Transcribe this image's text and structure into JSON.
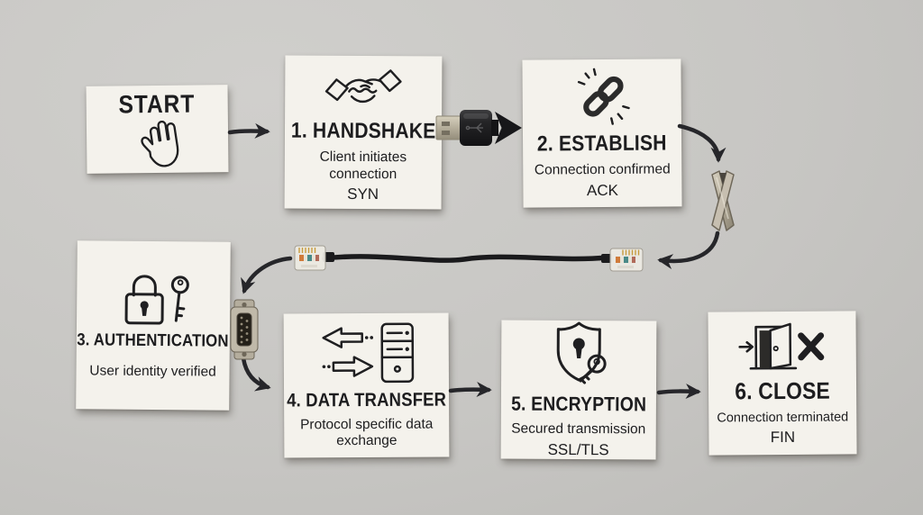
{
  "cards": [
    {
      "id": "start",
      "title": "START",
      "icon": "hand-icon"
    },
    {
      "id": "handshake",
      "title": "1. HANDSHAKE",
      "desc": "Client initiates connection",
      "tag": "SYN",
      "icon": "handshake-icon"
    },
    {
      "id": "establish",
      "title": "2. ESTABLISH",
      "desc": "Connection confirmed",
      "tag": "ACK",
      "icon": "chain-link-icon"
    },
    {
      "id": "authentication",
      "title": "3. AUTHENTICATION",
      "desc": "User identity verified",
      "icon": "lock-and-key-icon"
    },
    {
      "id": "data-transfer",
      "title": "4. DATA TRANSFER",
      "desc": "Protocol specific data exchange",
      "icon": "transfer-arrows-server-icon"
    },
    {
      "id": "encryption",
      "title": "5. ENCRYPTION",
      "desc": "Secured transmission",
      "tag": "SSL/TLS",
      "icon": "shield-keyhole-key-icon"
    },
    {
      "id": "close",
      "title": "6. CLOSE",
      "desc": "Connection terminated",
      "tag": "FIN",
      "icon": "door-exit-icon"
    }
  ],
  "objects": [
    "usb-plug-arrow",
    "metal-clip",
    "ethernet-cable",
    "serial-connector"
  ],
  "connections": [
    {
      "from": "start",
      "to": "handshake"
    },
    {
      "from": "handshake",
      "to": "establish",
      "via": "usb-plug-arrow"
    },
    {
      "from": "establish",
      "to": "authentication",
      "via": "metal-clip, ethernet-cable"
    },
    {
      "from": "authentication",
      "to": "data-transfer",
      "via": "serial-connector"
    },
    {
      "from": "data-transfer",
      "to": "encryption"
    },
    {
      "from": "encryption",
      "to": "close"
    }
  ],
  "colors": {
    "background": "#c7c6c3",
    "card": "#f4f2ec",
    "ink": "#1d1d1f",
    "arrow": "#26262a"
  }
}
